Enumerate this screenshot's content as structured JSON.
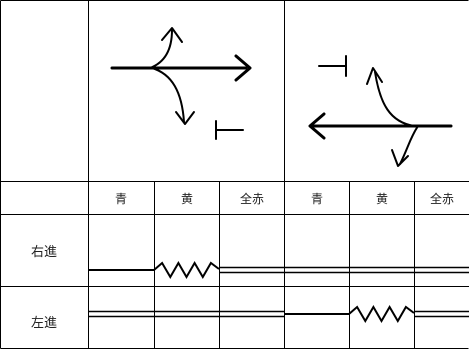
{
  "phase_headers": [
    "青",
    "黄",
    "全赤",
    "青",
    "黄",
    "全赤"
  ],
  "rows": [
    {
      "label": "右進",
      "timeline": [
        "single",
        "zigzag",
        "double",
        "double",
        "double",
        "double"
      ]
    },
    {
      "label": "左進",
      "timeline": [
        "double",
        "double",
        "double",
        "single",
        "zigzag",
        "double"
      ]
    }
  ],
  "arrows": {
    "left_panel": "right-going through with left turn and right turn (stop)",
    "right_panel": "left-going through with right turn and left turn (stop)"
  }
}
